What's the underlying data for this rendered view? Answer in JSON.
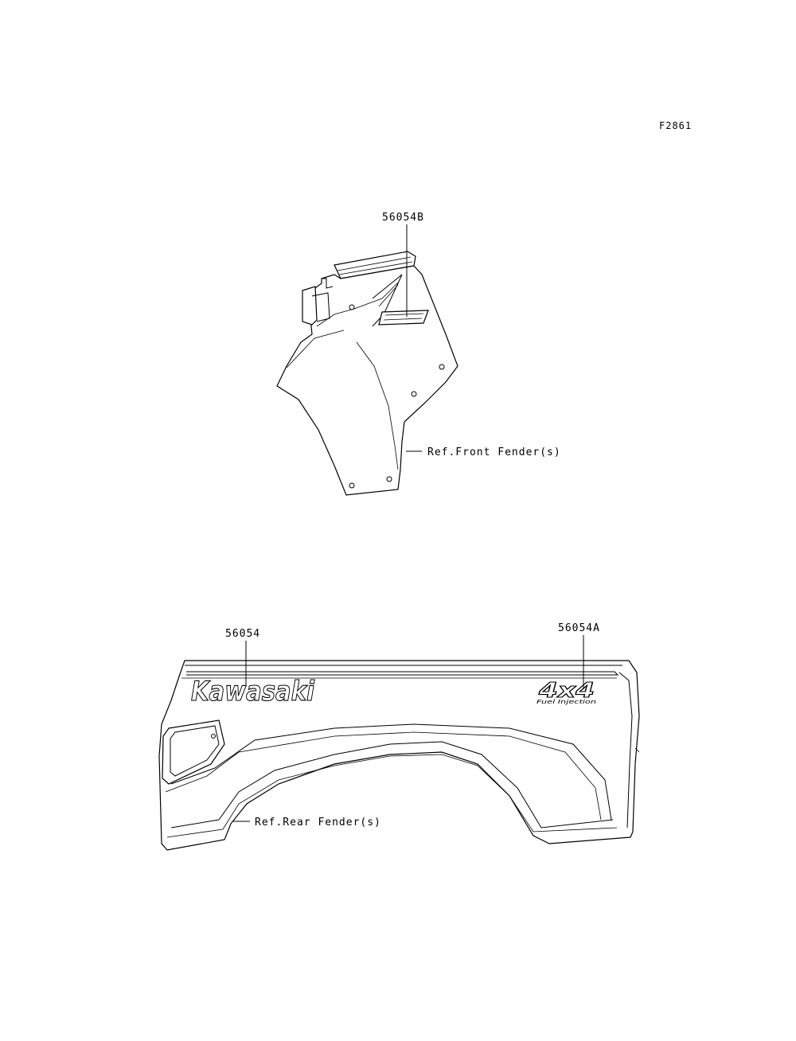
{
  "figure_id": "F2861",
  "front": {
    "part_number": "56054B",
    "ref_label": "Ref.Front Fender(s)"
  },
  "rear": {
    "part_number_left": "56054",
    "part_number_right": "56054A",
    "ref_label": "Ref.Rear Fender(s)",
    "decal_text": "Kawasaki",
    "decal_4x4": "4x4",
    "decal_4x4_sub": "Fuel Injection"
  }
}
